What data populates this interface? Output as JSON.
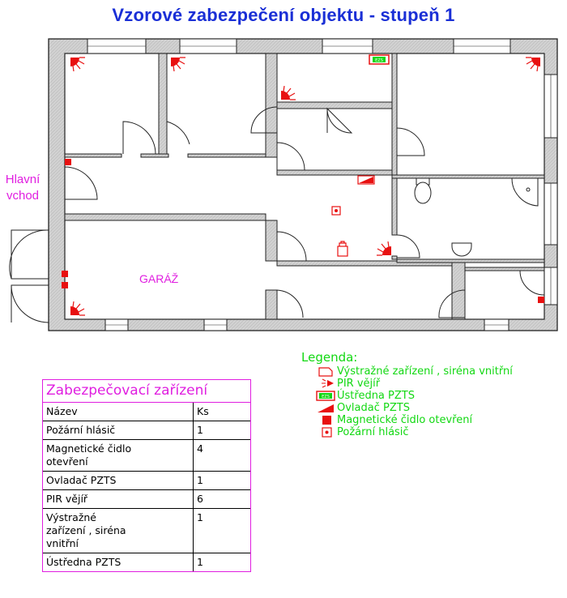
{
  "title": "Vzorové zabezpečení objektu - stupeň 1",
  "plan": {
    "entrance_label": "Hlavní vchod",
    "garage_label": "GARÁŽ",
    "panel_label": "EZS"
  },
  "table": {
    "title": "Zabezpečovací zařízení",
    "header": {
      "name": "Název",
      "qty": "Ks"
    },
    "rows": [
      {
        "name": "Požární hlásič",
        "qty": "1"
      },
      {
        "name": "Magnetické čidlo otevření",
        "qty": "4"
      },
      {
        "name": "Ovladač PZTS",
        "qty": "1"
      },
      {
        "name": "PIR vějíř",
        "qty": "6"
      },
      {
        "name": "Výstražné zařízení , siréna vnitřní",
        "qty": "1"
      },
      {
        "name": "Ústředna PZTS",
        "qty": "1"
      }
    ]
  },
  "legend": {
    "title": "Legenda:",
    "items": [
      {
        "icon": "siren-icon",
        "label": "Výstražné zařízení , siréna vnitřní"
      },
      {
        "icon": "pir-icon",
        "label": "PIR vějíř"
      },
      {
        "icon": "panel-icon",
        "label": "Ústředna PZTS",
        "icon_text": "EZS"
      },
      {
        "icon": "keypad-icon",
        "label": "Ovladač PZTS"
      },
      {
        "icon": "magnetic-sensor-icon",
        "label": "Magnetické čidlo otevření"
      },
      {
        "icon": "fire-detector-icon",
        "label": "Požární hlásič"
      }
    ]
  },
  "colors": {
    "title": "#1a2fd6",
    "magenta": "#e01ee0",
    "legend_green": "#12d812",
    "device_red": "#e81010",
    "wall_fill": "#d2d2d2"
  }
}
